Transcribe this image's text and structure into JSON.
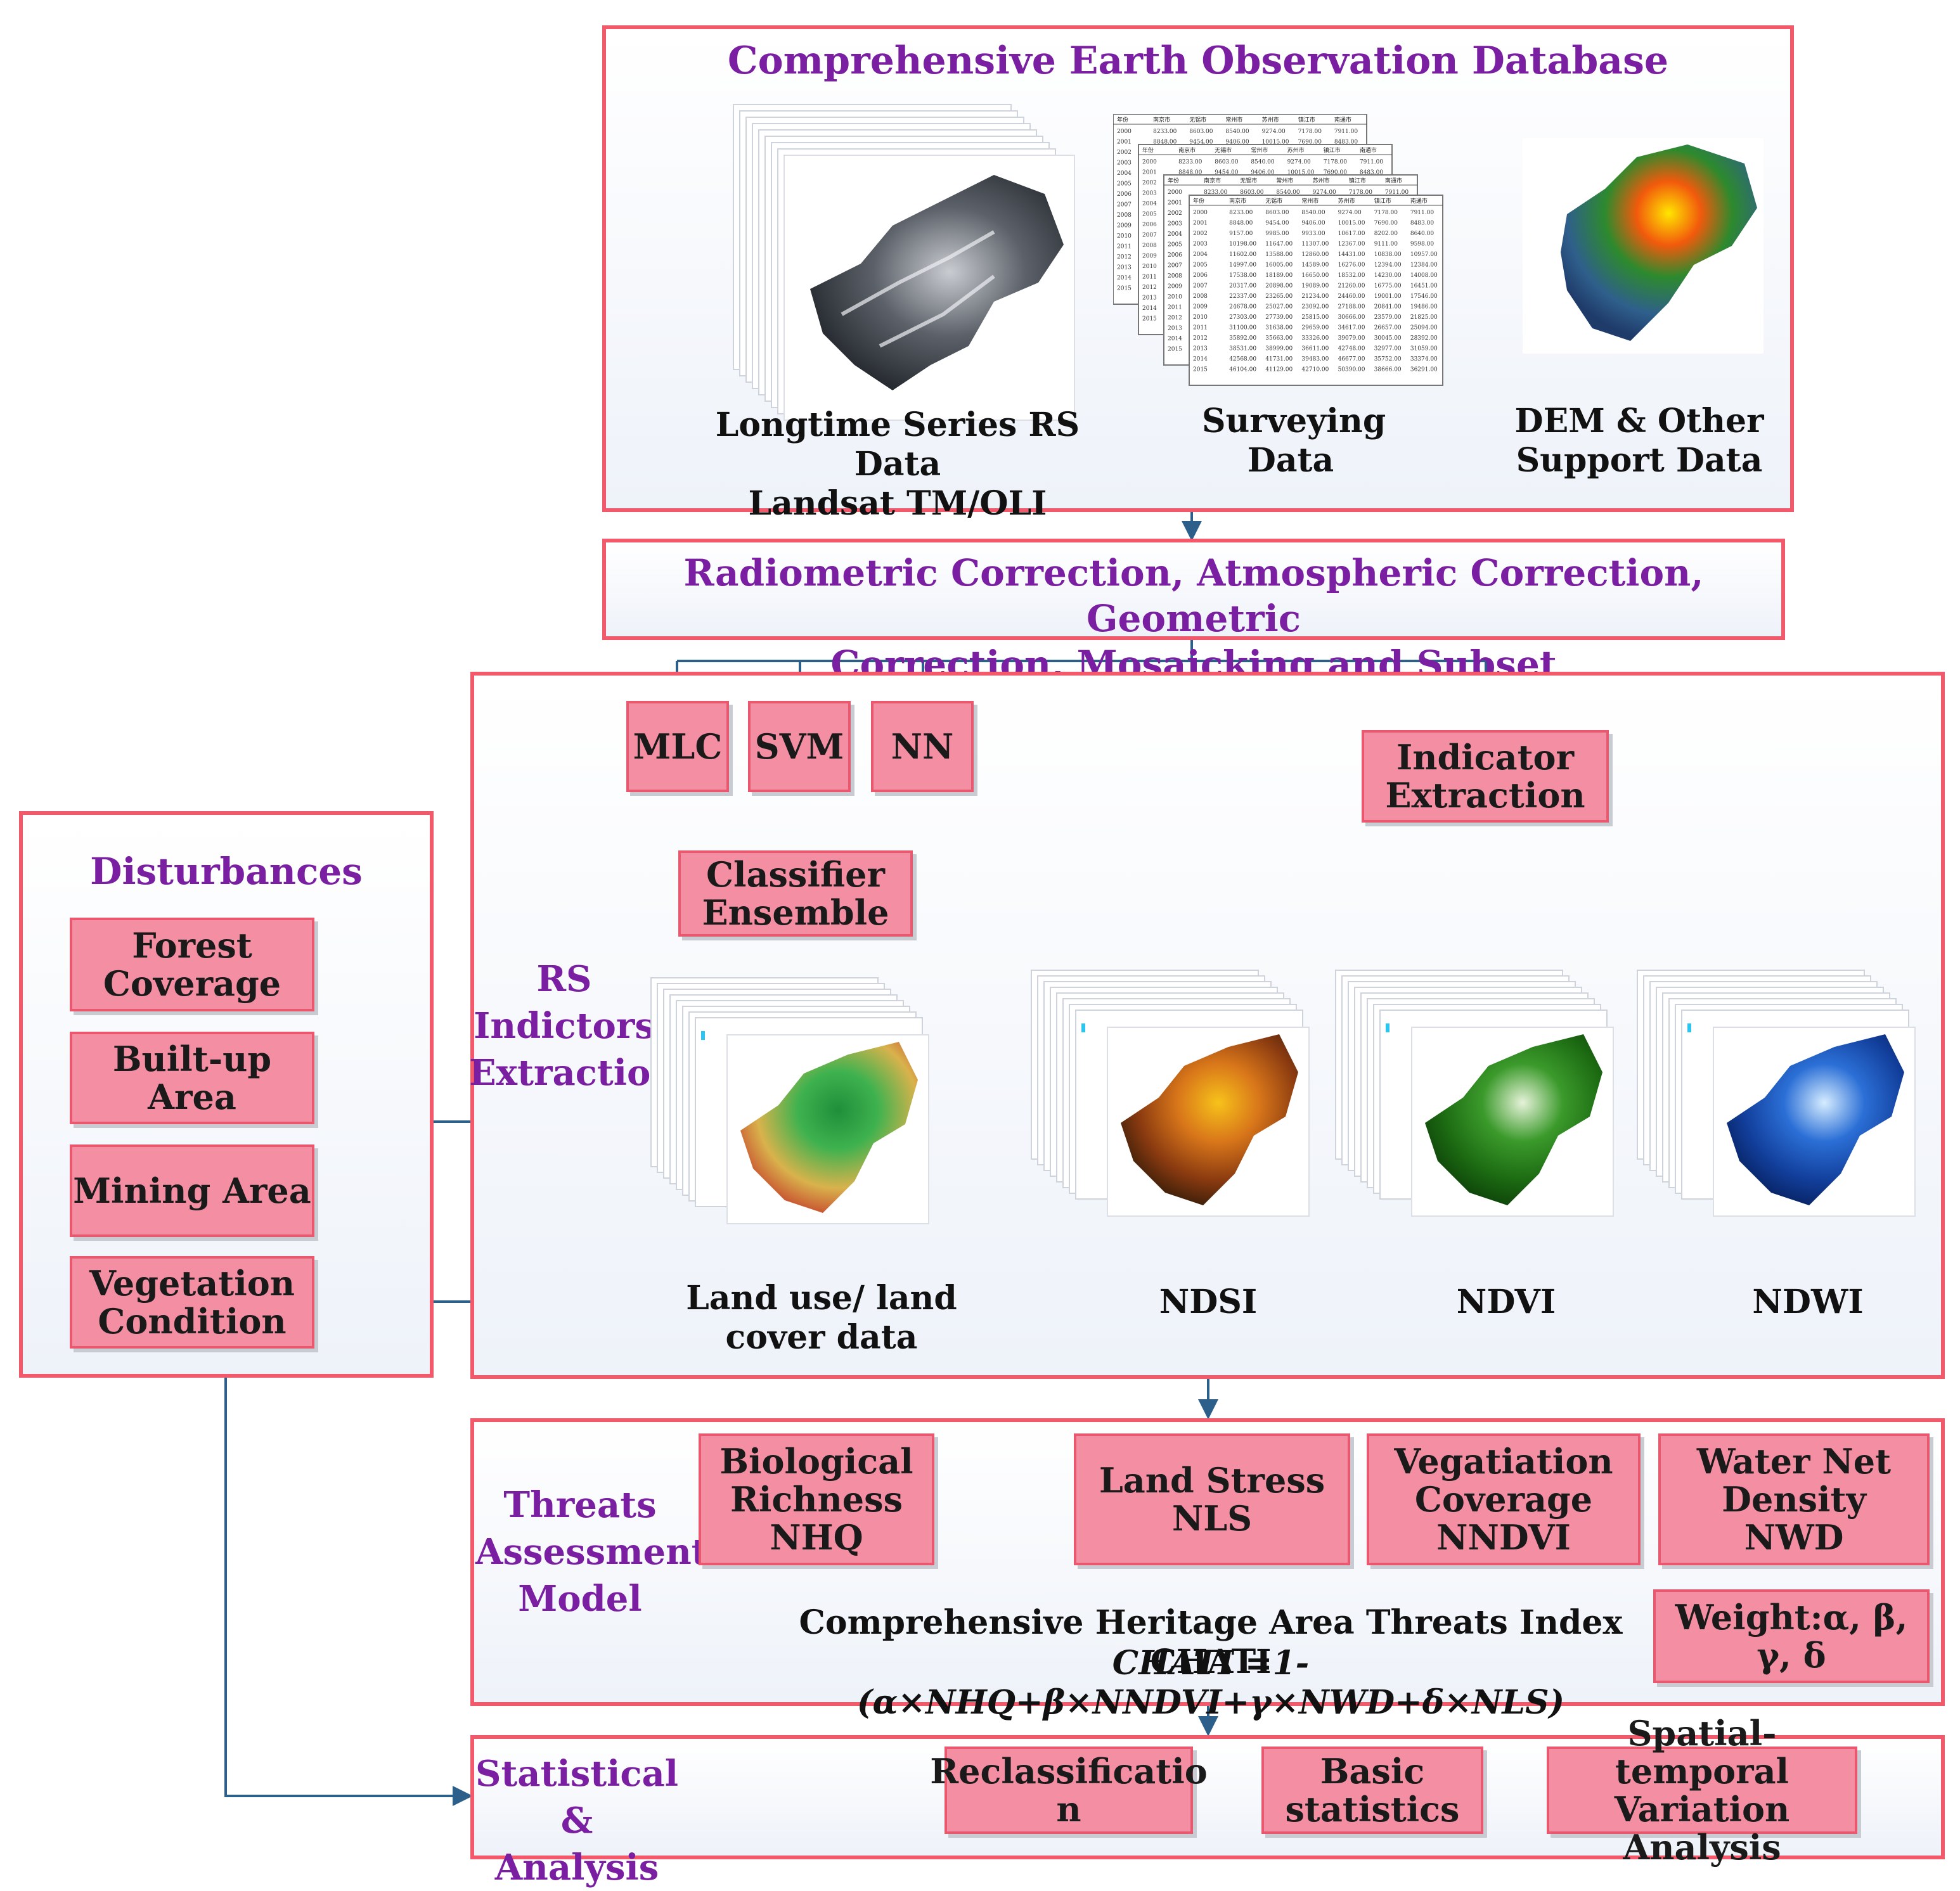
{
  "database": {
    "title": "Comprehensive Earth Observation Database",
    "rs_caption": "Longtime Series RS Data\nLandsat TM/OLI",
    "survey_caption": "Surveying\nData",
    "dem_caption": "DEM & Other\nSupport Data"
  },
  "preprocessing": {
    "text": "Radiometric Correction, Atmospheric Correction, Geometric\nCorrection, Mosaicking and Subset"
  },
  "rs_extraction": {
    "label": "RS\nIndictors\nExtraction",
    "classifiers": [
      "MLC",
      "SVM",
      "NN"
    ],
    "ensemble": "Classifier\nEnsemble",
    "indicator": "Indicator\nExtraction",
    "landuse_caption": "Land use/ land\ncover data",
    "ndsi_caption": "NDSI",
    "ndvi_caption": "NDVI",
    "ndwi_caption": "NDWI"
  },
  "disturbances": {
    "title": "Disturbances",
    "items": [
      "Forest\nCoverage",
      "Built-up Area",
      "Mining Area",
      "Vegetation\nCondition"
    ]
  },
  "threats": {
    "label": "Threats\nAssessment\nModel",
    "factors": [
      "Biological\nRichness\nNHQ",
      "Land Stress\nNLS",
      "Vegatiation\nCoverage\nNNDVI",
      "Water Net\nDensity\nNWD"
    ],
    "index_title": "Comprehensive Heritage Area Threats Index CHATI",
    "formula": "CHATI =1- (α×NHQ+β×NNDVI+γ×NWD+δ×NLS)",
    "weight": "Weight:α, β, γ, δ"
  },
  "analysis": {
    "label": "Statistical\n& Analysis",
    "items": [
      "Reclassificatio\nn",
      "Basic\nstatistics",
      "Spatial-temporal\nVariation Analysis"
    ]
  },
  "survey_table": {
    "headers": [
      "年份",
      "南京市",
      "无锡市",
      "常州市",
      "苏州市",
      "镇江市",
      "南通市"
    ],
    "rows": [
      [
        "2000",
        "8233.00",
        "8603.00",
        "8540.00",
        "9274.00",
        "7178.00",
        "7911.00"
      ],
      [
        "2001",
        "8848.00",
        "9454.00",
        "9406.00",
        "10015.00",
        "7690.00",
        "8483.00"
      ],
      [
        "2002",
        "9157.00",
        "9985.00",
        "9933.00",
        "10617.00",
        "8202.00",
        "8640.00"
      ],
      [
        "2003",
        "10198.00",
        "11647.00",
        "11307.00",
        "12367.00",
        "9111.00",
        "9598.00"
      ],
      [
        "2004",
        "11602.00",
        "13588.00",
        "12860.00",
        "14431.00",
        "10838.00",
        "10957.00"
      ],
      [
        "2005",
        "14997.00",
        "16005.00",
        "14589.00",
        "16276.00",
        "12394.00",
        "12384.00"
      ],
      [
        "2006",
        "17538.00",
        "18189.00",
        "16650.00",
        "18532.00",
        "14230.00",
        "14008.00"
      ],
      [
        "2007",
        "20317.00",
        "20898.00",
        "19089.00",
        "21260.00",
        "16775.00",
        "16451.00"
      ],
      [
        "2008",
        "22337.00",
        "23265.00",
        "21234.00",
        "24460.00",
        "19001.00",
        "17546.00"
      ],
      [
        "2009",
        "24678.00",
        "25027.00",
        "23092.00",
        "27188.00",
        "20841.00",
        "19486.00"
      ],
      [
        "2010",
        "27303.00",
        "27739.00",
        "25815.00",
        "30666.00",
        "23579.00",
        "21825.00"
      ],
      [
        "2011",
        "31100.00",
        "31638.00",
        "29659.00",
        "34617.00",
        "26657.00",
        "25094.00"
      ],
      [
        "2012",
        "35892.00",
        "35663.00",
        "33326.00",
        "39079.00",
        "30045.00",
        "28392.00"
      ],
      [
        "2013",
        "38531.00",
        "38999.00",
        "36611.00",
        "42748.00",
        "32977.00",
        "31059.00"
      ],
      [
        "2014",
        "42568.00",
        "41731.00",
        "39483.00",
        "46677.00",
        "35752.00",
        "33374.00"
      ],
      [
        "2015",
        "46104.00",
        "41129.00",
        "42710.00",
        "50390.00",
        "38666.00",
        "36291.00"
      ]
    ]
  },
  "colors": {
    "panel_border": "#f25a6b",
    "box_fill": "#f48fa3",
    "heading": "#7b1fa2",
    "arrow": "#2c5f8a"
  }
}
